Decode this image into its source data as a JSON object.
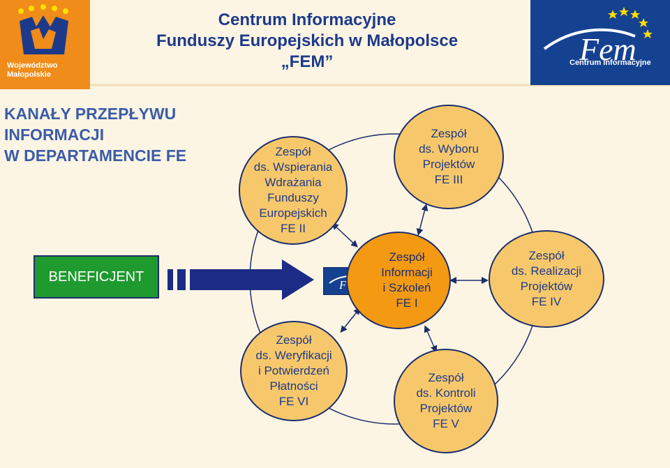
{
  "header": {
    "title_line1": "Centrum Informacyjne",
    "title_line2": "Funduszy Europejskich w Małopolsce",
    "title_line3": "„FEM”"
  },
  "logo_left": {
    "text_line1": "Województwo",
    "text_line2": "Małopolskie"
  },
  "logo_right": {
    "text": "Centrum Informacyjne",
    "mark": "Fem"
  },
  "heading": {
    "line1": "KANAŁY PRZEPŁYWU",
    "line2": "INFORMACJI",
    "line3": "W DEPARTAMENCIE FE"
  },
  "beneficjent": "BENEFICJENT",
  "nodes": {
    "fe1": [
      "Zespół",
      "Informacji",
      "i Szkoleń",
      "FE I"
    ],
    "fe2": [
      "Zespół",
      "ds. Wspierania",
      "Wdrażania",
      "Funduszy",
      "Europejskich",
      "FE II"
    ],
    "fe3": [
      "Zespół",
      "ds. Wyboru",
      "Projektów",
      "FE III"
    ],
    "fe4": [
      "Zespół",
      "ds. Realizacji",
      "Projektów",
      "FE IV"
    ],
    "fe5": [
      "Zespół",
      "ds. Kontroli",
      "Projektów",
      "FE V"
    ],
    "fe6": [
      "Zespół",
      "ds. Weryfikacji",
      "i Potwierdzeń",
      "Płatności",
      "FE VI"
    ]
  },
  "colors": {
    "title": "#1d3a8a",
    "heading": "#3a5ca8",
    "node_fill": "#f7c86b",
    "center_fill": "#f39a12",
    "beneficjent_fill": "#1f9a2f",
    "arrow_fill": "#1c2c86",
    "logo_orange": "#f08c1a",
    "logo_blue": "#154191"
  }
}
